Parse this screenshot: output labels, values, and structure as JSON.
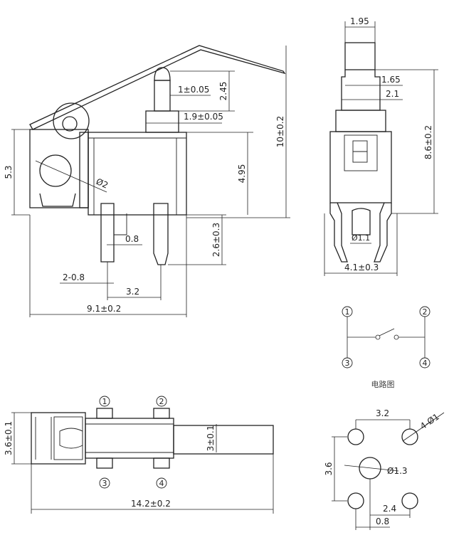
{
  "side_view": {
    "dim_plunger_height": "2.45",
    "dim_plunger_width": "1±0.05",
    "dim_plunger_base": "1.9±0.05",
    "dim_total_height": "10±0.2",
    "dim_body_height": "4.95",
    "dim_left_height": "5.3",
    "dim_hole": "Ø2",
    "dim_pin_thickness": "0.8",
    "dim_pin_length": "2.6±0.3",
    "dim_pin_pitch_small": "2-0.8",
    "dim_pin_pitch": "3.2",
    "dim_total_width": "9.1±0.2"
  },
  "end_view": {
    "dim_top": "1.95",
    "dim_mid": "1.65",
    "dim_step": "2.1",
    "dim_height": "8.6±0.2",
    "dim_pin": "Ø1.1",
    "dim_width": "4.1±0.3"
  },
  "circuit": {
    "terminals": [
      "1",
      "2",
      "3",
      "4"
    ],
    "caption": "电路图"
  },
  "top_view": {
    "terminals": [
      "1",
      "2",
      "3",
      "4"
    ],
    "dim_depth": "3.6±0.1",
    "dim_inner": "3±0.1",
    "dim_length": "14.2±0.2"
  },
  "footprint": {
    "dim_pitch_x": "3.2",
    "dim_holes": "4-Ø1",
    "dim_pitch_y": "3.6",
    "dim_center_hole": "Ø1.3",
    "dim_offset": "2.4",
    "dim_slot": "0.8"
  }
}
